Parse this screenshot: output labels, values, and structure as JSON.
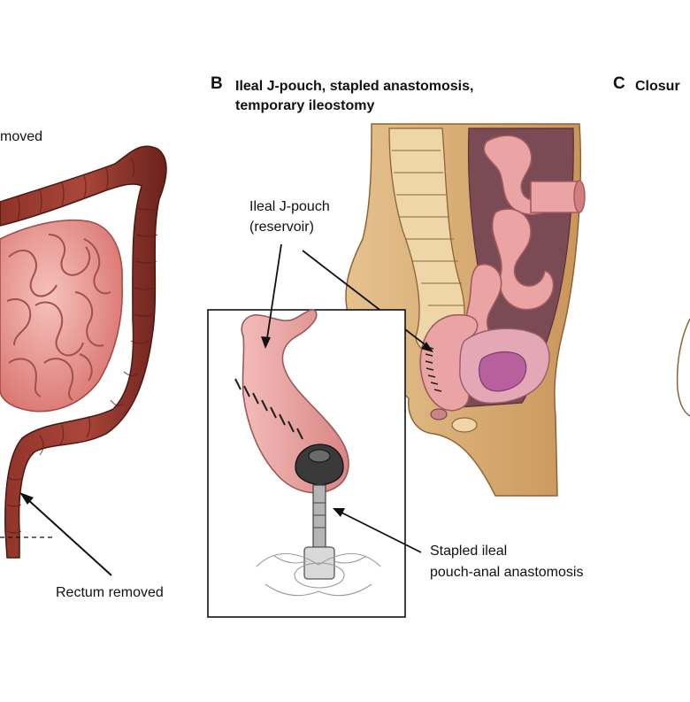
{
  "panel_a": {
    "label_colon_removed_partial": "moved",
    "label_rectum_removed": "Rectum removed"
  },
  "panel_b": {
    "letter": "B",
    "title_line1": "Ileal J-pouch, stapled anastomosis,",
    "title_line2": "temporary ileostomy",
    "label_jpouch_line1": "Ileal J-pouch",
    "label_jpouch_line2": "(reservoir)",
    "label_stapled_line1": "Stapled ileal",
    "label_stapled_line2": "pouch-anal anastomosis"
  },
  "panel_c": {
    "letter": "C",
    "title_partial": "Closur"
  },
  "colors": {
    "colon_dark": "#7a2a22",
    "colon_mid": "#9c3b30",
    "small_bowel": "#e58a86",
    "small_bowel_light": "#f2b0ab",
    "body_tan": "#dcb27c",
    "body_tan_dark": "#b98a52",
    "pouch_pink": "#e9a2a0",
    "inset_border": "#111111"
  }
}
